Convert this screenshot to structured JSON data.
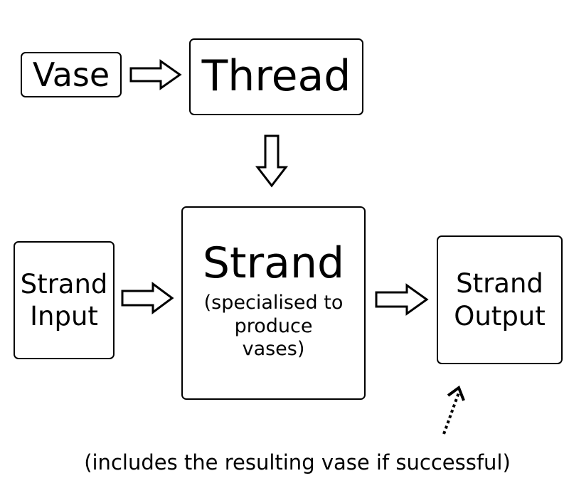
{
  "nodes": {
    "vase": {
      "label": "Vase"
    },
    "thread": {
      "label": "Thread"
    },
    "strand_input": {
      "lines": [
        "Strand",
        "Input"
      ]
    },
    "strand": {
      "title": "Strand",
      "subtitle_lines": [
        "(specialised to",
        "produce",
        "vases)"
      ]
    },
    "strand_output": {
      "lines": [
        "Strand",
        "Output"
      ]
    }
  },
  "annotation": {
    "text": "(includes the resulting vase if successful)"
  }
}
